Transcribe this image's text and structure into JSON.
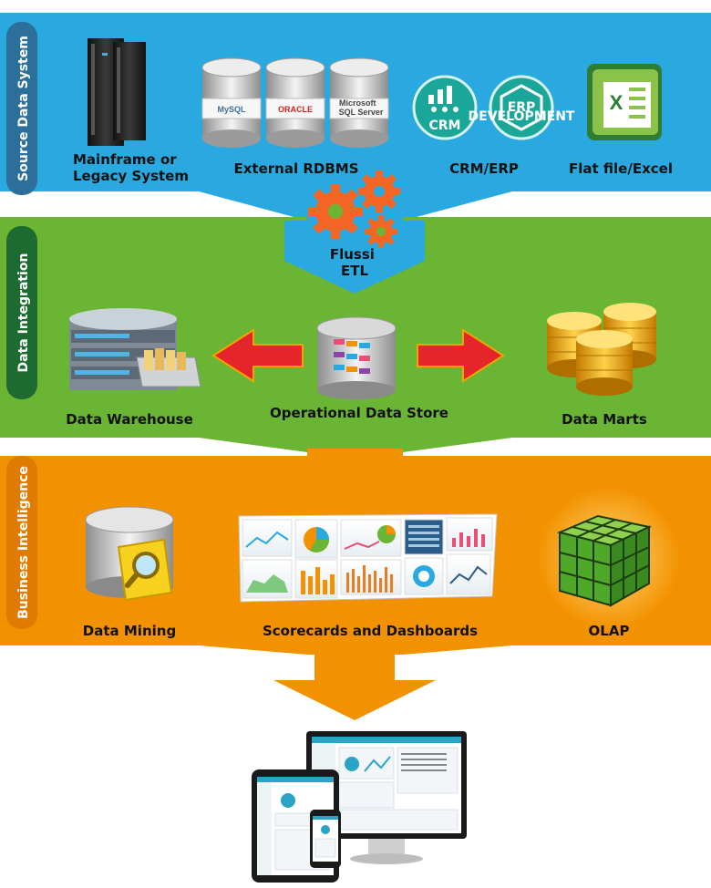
{
  "sections": {
    "source": {
      "title": "Source Data System",
      "color": "#29a9e0"
    },
    "integration": {
      "title": "Data Integration",
      "color": "#6ab533"
    },
    "bi": {
      "title": "Business Intelligence",
      "color": "#f39200"
    }
  },
  "source_items": {
    "mainframe": [
      "Mainframe or",
      "Legacy System"
    ],
    "rdbms": "External RDBMS",
    "crm_erp": "CRM/ERP",
    "flatfile": "Flat file/Excel"
  },
  "db_logos": {
    "mysql": "MySQL",
    "oracle": "ORACLE",
    "microsoft": "Microsoft",
    "sqlserver": "SQL Server"
  },
  "badges": {
    "crm": "CRM",
    "erp": "ERP",
    "erp_sub": "DEVELOPMENT"
  },
  "etl": [
    "Flussi",
    "ETL"
  ],
  "integration_items": {
    "warehouse": "Data Warehouse",
    "ods": "Operational Data Store",
    "marts": "Data Marts"
  },
  "bi_items": {
    "mining": "Data Mining",
    "dashboards": "Scorecards and Dashboards",
    "olap": "OLAP"
  }
}
